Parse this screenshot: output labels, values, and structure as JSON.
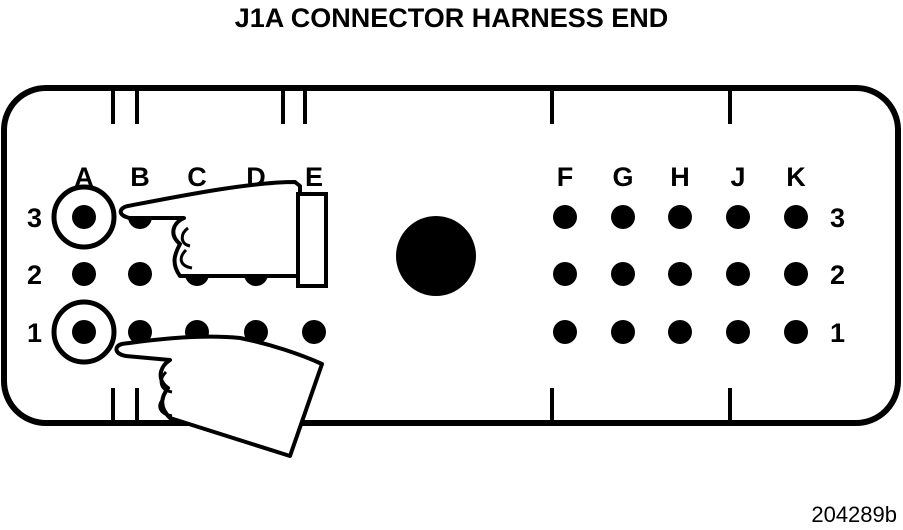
{
  "title": "J1A CONNECTOR HARNESS END",
  "figure_id": "204289b",
  "connector": {
    "left_group": {
      "columns": [
        "A",
        "B",
        "C",
        "D",
        "E"
      ],
      "rows": [
        "3",
        "2",
        "1"
      ]
    },
    "right_group": {
      "columns": [
        "F",
        "G",
        "H",
        "J",
        "K"
      ],
      "rows": [
        "3",
        "2",
        "1"
      ]
    },
    "highlighted_pins": [
      "A3",
      "A1"
    ],
    "colors": {
      "ink": "#000000",
      "paper": "#ffffff"
    }
  },
  "icons": [
    "pointing-hand-icon",
    "pointing-hand-icon"
  ]
}
